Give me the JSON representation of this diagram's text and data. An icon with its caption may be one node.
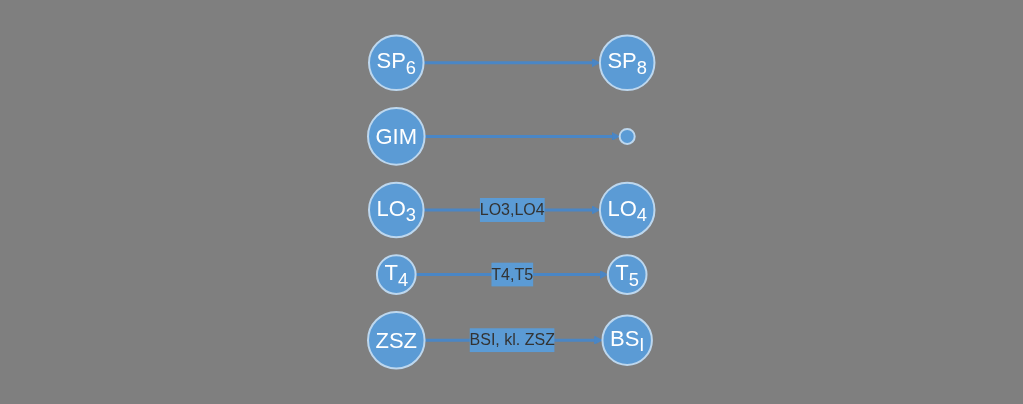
{
  "diagram": {
    "nodes": [
      {
        "text": [
          "SP$_{6}$"
        ]
      },
      {
        "text": [
          "SP$_{8}$"
        ]
      },
      {
        "text": [
          "GIM"
        ]
      },
      {
        "text": [],
        "shape": "circle"
      },
      {
        "text": [
          "LO$_{3}$"
        ]
      },
      {
        "text": [
          "LO$_{4}$"
        ]
      },
      {
        "text": [
          "T$_{4}$"
        ]
      },
      {
        "text": [
          "T$_{5}$"
        ]
      },
      {
        "text": [
          "ZSZ"
        ]
      },
      {
        "text": [
          "BS$_{I}$"
        ]
      }
    ],
    "edges": [
      {
        "from": 0,
        "to": 1,
        "arrow": "to"
      },
      {
        "from": 2,
        "to": 3,
        "arrow": "to"
      },
      {
        "from": 4,
        "to": 5,
        "label": "LO3,LO4",
        "arrow": "to"
      },
      {
        "from": 6,
        "to": 7,
        "label": "T4,T5",
        "arrow": "to"
      },
      {
        "from": 8,
        "to": 9,
        "label": "BSI, kl. ZSZ",
        "arrow": "to"
      }
    ]
  }
}
